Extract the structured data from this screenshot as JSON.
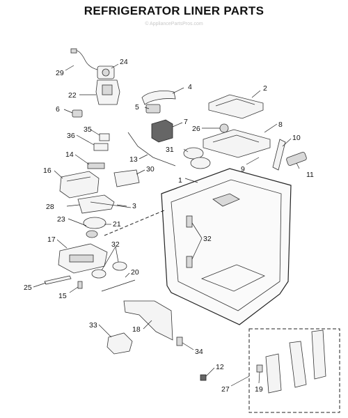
{
  "header": {
    "title": "REFRIGERATOR LINER PARTS",
    "watermark": "© AppliancePartsPros.com"
  },
  "callouts": {
    "c1": "1",
    "c2": "2",
    "c3": "3",
    "c4": "4",
    "c5": "5",
    "c6": "6",
    "c7": "7",
    "c8": "8",
    "c9": "9",
    "c10": "10",
    "c11": "11",
    "c12": "12",
    "c13": "13",
    "c14": "14",
    "c15": "15",
    "c16": "16",
    "c17": "17",
    "c18": "18",
    "c19": "19",
    "c20": "20",
    "c21": "21",
    "c22": "22",
    "c23": "23",
    "c24": "24",
    "c25": "25",
    "c26": "26",
    "c27": "27",
    "c28": "28",
    "c29": "29",
    "c30": "30",
    "c31": "31",
    "c32a": "32",
    "c32b": "32",
    "c33": "33",
    "c34": "34",
    "c35": "35",
    "c36": "36"
  }
}
